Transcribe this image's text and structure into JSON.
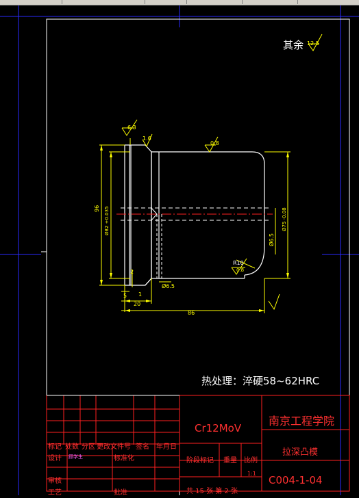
{
  "title_block": {
    "material": "Cr12MoV",
    "school": "南京工程学院",
    "part_name": "拉深凸模",
    "drawing_no": "C004-1-04",
    "sheet_info": "共 15 张  第 2 张",
    "scale": "1:1",
    "labels": {
      "mark": "标记",
      "count": "处数",
      "zone": "分区",
      "doc_no": "更改文件号",
      "sign": "签名",
      "date": "年月日",
      "design": "设计",
      "designer": "顾学生",
      "standardize": "标准化",
      "stage_mark": "阶段标记",
      "weight": "重量",
      "scale_label": "比例",
      "review": "审核",
      "process": "工艺",
      "approve": "批准"
    }
  },
  "notes": {
    "roughness_rest": "其余",
    "heat_treatment": "热处理：淬硬58~62HRC"
  },
  "dimensions": {
    "d_top_left": "1.6",
    "d_roughness_top": "0.8",
    "d_96": "96",
    "d_82": "Ø82 +0.035",
    "d_75": "Ø75 -0.08",
    "d_6_5_right": "Ø6.5",
    "d_6_5_bottom": "Ø6.5",
    "r10": "R10",
    "r10_rough": "0.8",
    "d_2": "2",
    "d_1": "1",
    "d_5": "5",
    "d_20": "20",
    "d_86": "86",
    "d_6_3": "6.3",
    "d_rest_rough": "12.5"
  }
}
